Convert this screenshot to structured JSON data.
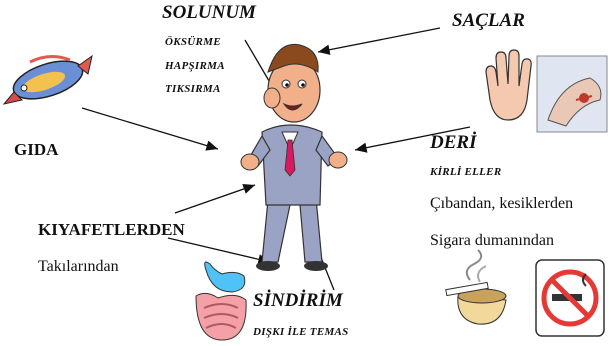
{
  "labels": {
    "solunum": "SOLUNUM",
    "oksurme": "ÖKSÜRME",
    "hapsirma": "HAPŞIRMA",
    "tiksirma": "TIKSIRMA",
    "saclar": "SAÇLAR",
    "gida": "GIDA",
    "deri": "DERİ",
    "kirli_eller": "KİRLİ ELLER",
    "cibandan": "Çıbandan, kesiklerden",
    "sigara": "Sigara dumanından",
    "kiyafetlerden": "KIYAFETLERDEN",
    "takilarindan": "Takılarından",
    "sindirim": "SİNDİRİM",
    "diski": "DIŞKI İLE TEMAS"
  },
  "colors": {
    "arrow": "#111111",
    "suit": "#9aa3c4",
    "skin": "#f2b08a",
    "tie": "#d81b60"
  },
  "icons": [
    "fish-icon",
    "hand-icon",
    "foot-wound-icon",
    "stomach-intestine-icon",
    "smoking-ashtray-icon",
    "no-smoking-icon",
    "man-figure-icon"
  ]
}
